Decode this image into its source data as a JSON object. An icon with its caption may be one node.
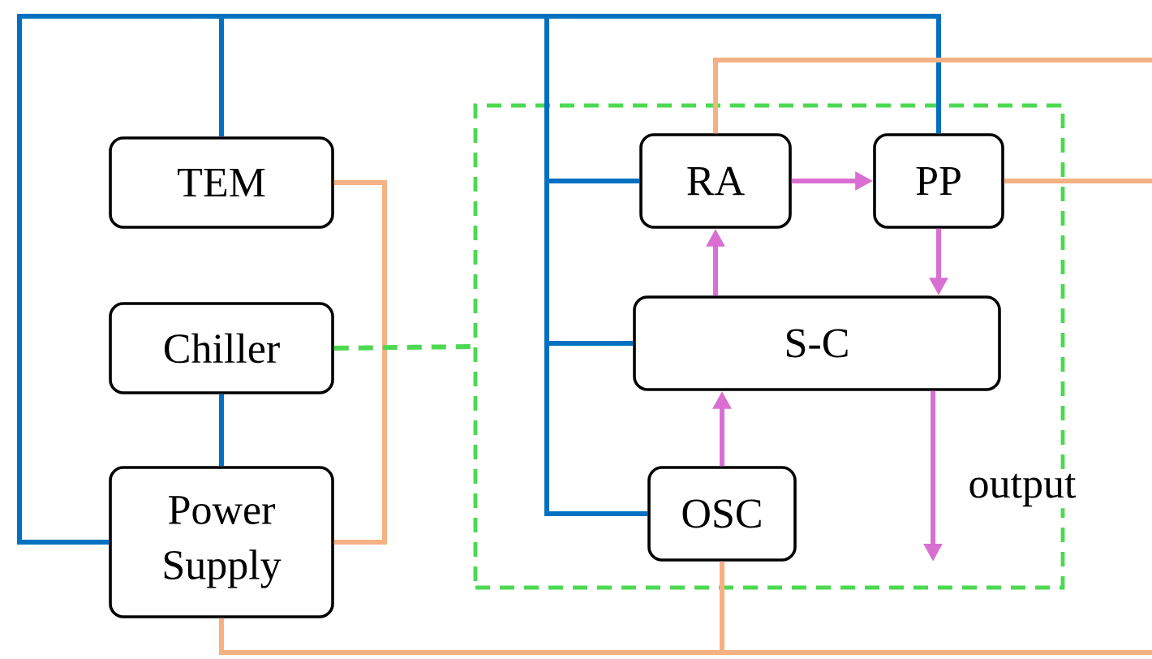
{
  "diagram": {
    "nodes": [
      {
        "text": [
          "TEM"
        ]
      },
      {
        "text": [
          "Chiller"
        ]
      },
      {
        "text": [
          "Power Supply"
        ]
      },
      {
        "text": [],
        "shape": "box"
      },
      {
        "text": [
          "RA"
        ],
        "in": 3
      },
      {
        "text": [
          "PP"
        ],
        "in": 3
      },
      {
        "text": [
          "S-C"
        ],
        "in": 3
      },
      {
        "text": [
          "OSC"
        ],
        "in": 3
      }
    ],
    "edges": [
      {
        "from": 2,
        "to": 0,
        "arrow": "none"
      },
      {
        "from": 2,
        "to": 4,
        "arrow": "none"
      },
      {
        "from": 2,
        "to": 5,
        "arrow": "none"
      },
      {
        "from": 2,
        "to": 6,
        "arrow": "none"
      },
      {
        "from": 2,
        "to": 7,
        "arrow": "none"
      },
      {
        "from": 1,
        "to": 2,
        "arrow": "none"
      },
      {
        "from": 0,
        "to": 2,
        "arrow": "none",
        "color": "#f4b183"
      },
      {
        "from": 2,
        "to": null,
        "arrow": "none",
        "color": "#f4b183"
      },
      {
        "from": 7,
        "to": null,
        "arrow": "none",
        "color": "#f4b183"
      },
      {
        "from": 4,
        "to": null,
        "arrow": "none",
        "color": "#f4b183"
      },
      {
        "from": 5,
        "to": null,
        "arrow": "none",
        "color": "#f4b183"
      },
      {
        "from": 1,
        "to": 3,
        "arrow": "none",
        "style": "dashed",
        "color": "#4cd951"
      },
      {
        "from": 4,
        "to": 5,
        "arrow": "to",
        "color": "#d96fd2"
      },
      {
        "from": 6,
        "to": 4,
        "arrow": "to",
        "color": "#d96fd2"
      },
      {
        "from": 5,
        "to": 6,
        "arrow": "to",
        "color": "#d96fd2"
      },
      {
        "from": 7,
        "to": 6,
        "arrow": "to",
        "color": "#d96fd2"
      },
      {
        "from": 6,
        "to": null,
        "arrow": "to",
        "color": "#d96fd2",
        "label": "output"
      }
    ]
  }
}
